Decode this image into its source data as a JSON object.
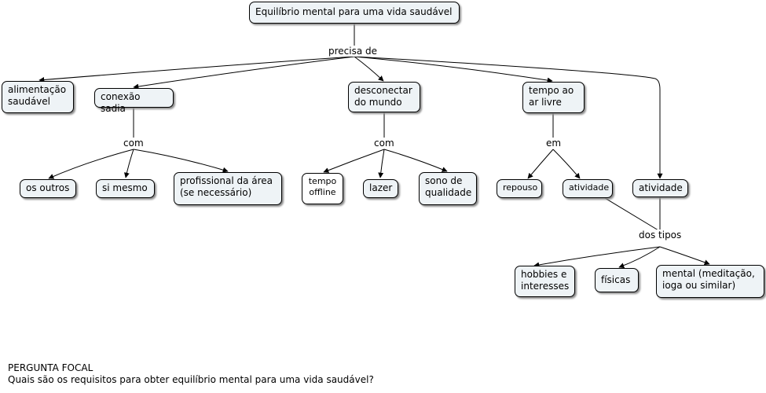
{
  "root": "Equilíbrio mental para uma vida saudável",
  "link_labels": {
    "precisa_de": "precisa de",
    "com_1": "com",
    "com_2": "com",
    "em": "em",
    "dos_tipos": "dos tipos"
  },
  "concepts": {
    "alimentacao": "alimentação\nsaudável",
    "conexao": "conexão sadia",
    "desconectar": "desconectar\ndo mundo",
    "tempo_ar_livre": "tempo ao\nar livre",
    "atividade": "atividade",
    "os_outros": "os outros",
    "si_mesmo": "si mesmo",
    "profissional": "profissional da área\n(se necessário)",
    "tempo_offline": "tempo\noffline",
    "lazer": "lazer",
    "sono": "sono de\nqualidade",
    "repouso": "repouso",
    "atividade_small": "atividade",
    "hobbies": "hobbies e\ninteresses",
    "fisicas": "físicas",
    "mental": "mental (meditação,\nioga ou similar)"
  },
  "focal_question": {
    "title": "PERGUNTA FOCAL",
    "question": "Quais são os requisitos para obter equilíbrio mental para uma vida saudável?"
  }
}
